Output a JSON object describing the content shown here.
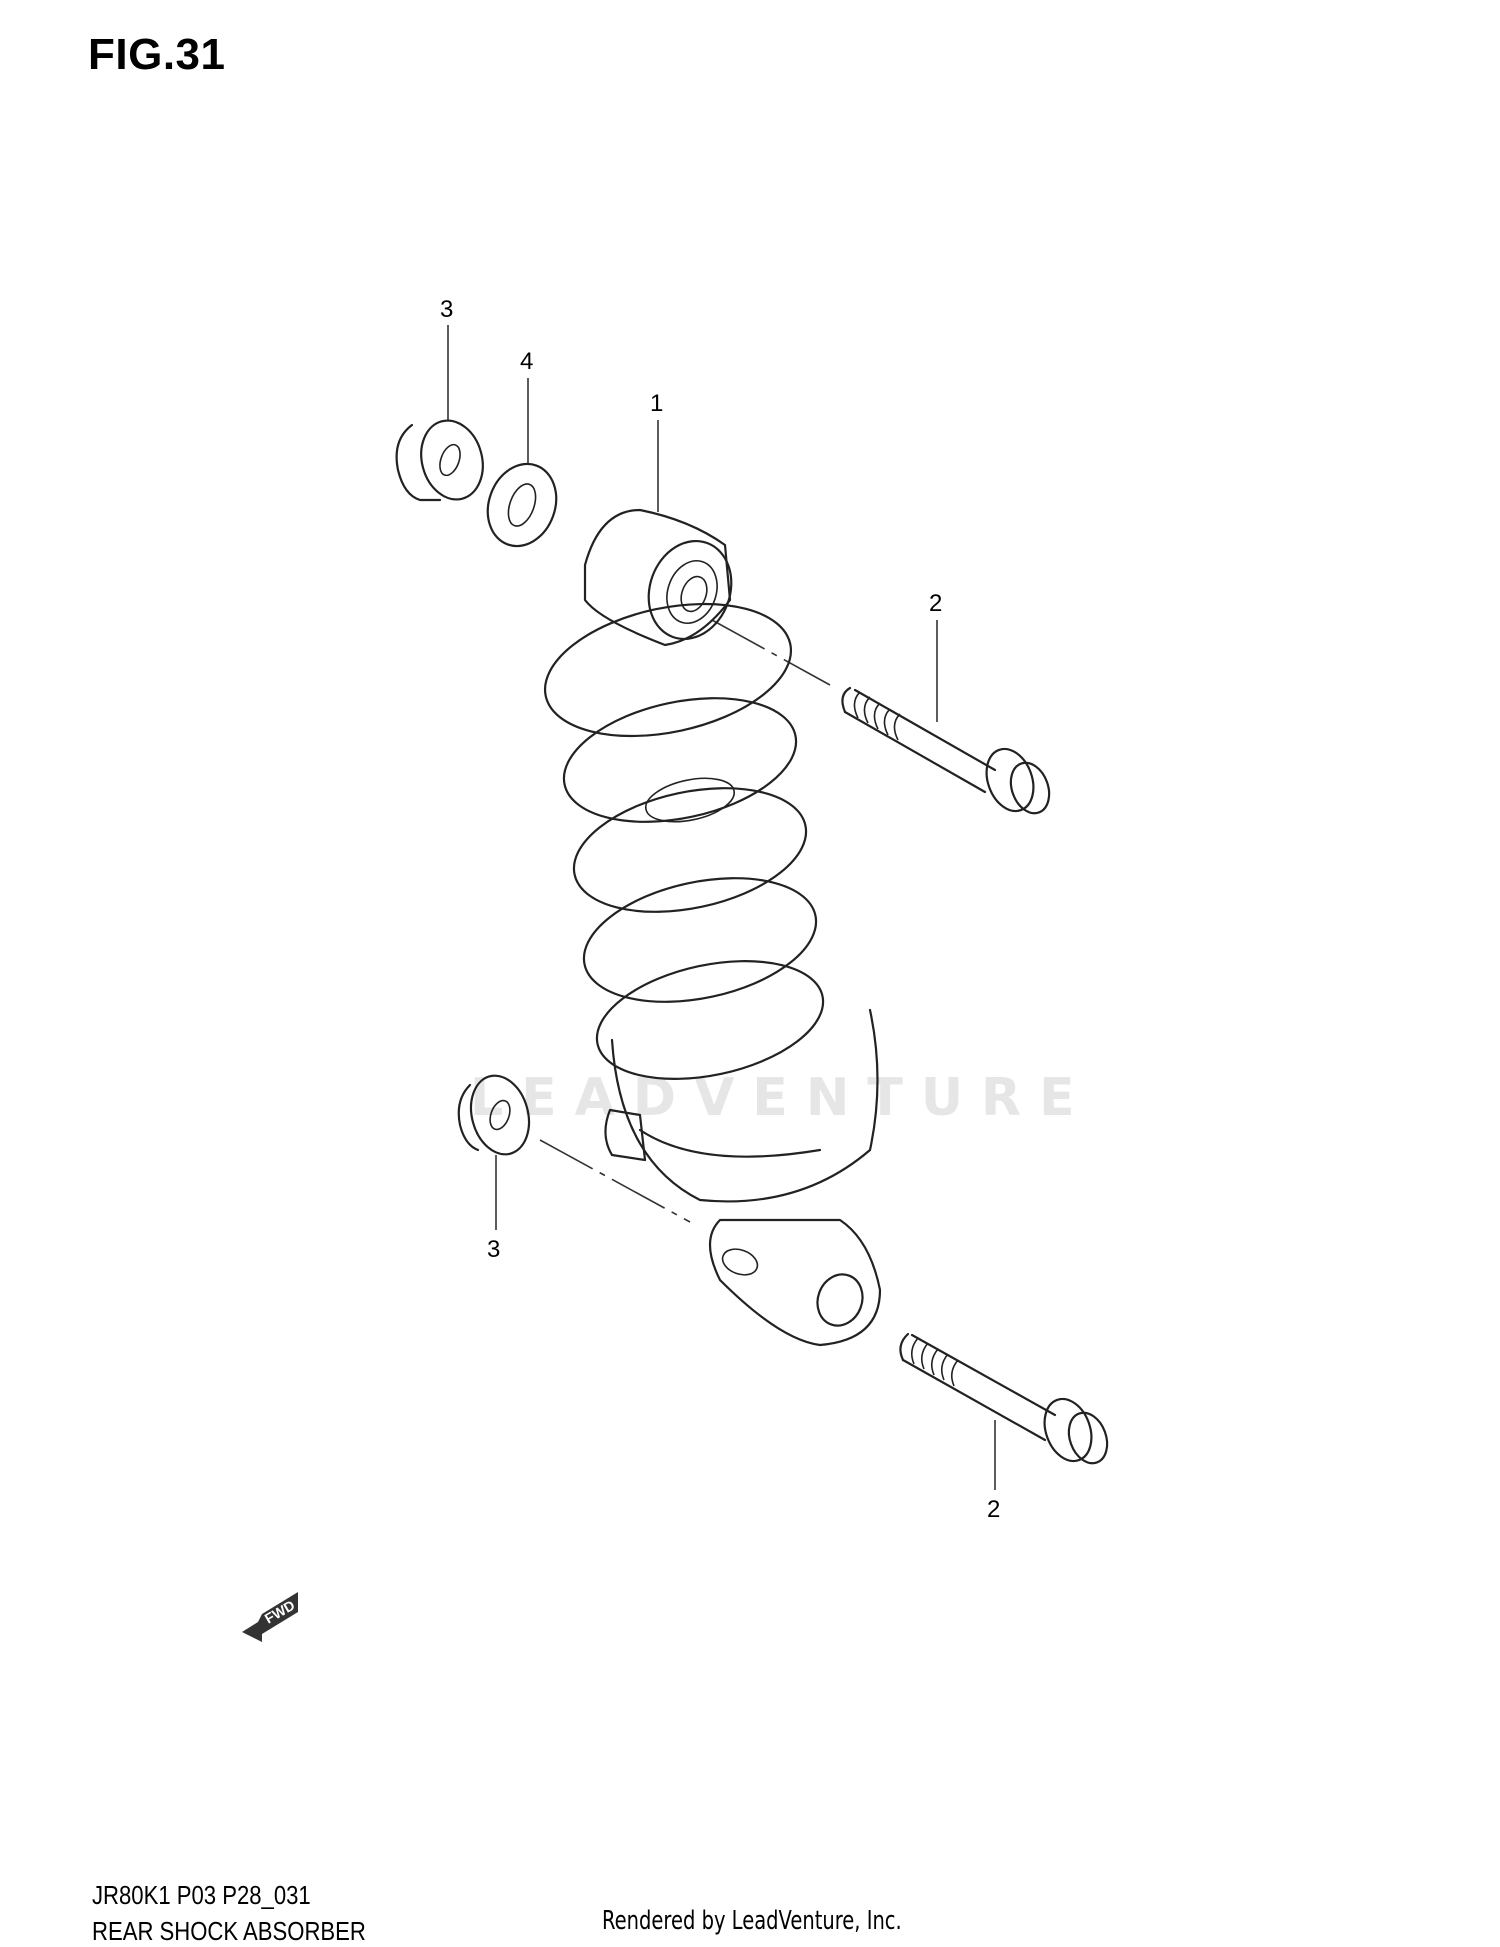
{
  "figure": {
    "title": "FIG.31",
    "model_code": "JR80K1 P03 P28_031",
    "assembly_name": "REAR SHOCK ABSORBER",
    "credit": "Rendered by LeadVenture, Inc.",
    "watermark": "LEADVENTURE"
  },
  "callouts": [
    {
      "number": "1",
      "part": "shock-absorber"
    },
    {
      "number": "2",
      "part": "upper-bolt"
    },
    {
      "number": "2",
      "part": "lower-bolt"
    },
    {
      "number": "3",
      "part": "upper-nut"
    },
    {
      "number": "3",
      "part": "lower-nut"
    },
    {
      "number": "4",
      "part": "washer"
    }
  ],
  "direction_indicator": {
    "label": "FWD",
    "icon": "forward-arrow-icon"
  }
}
